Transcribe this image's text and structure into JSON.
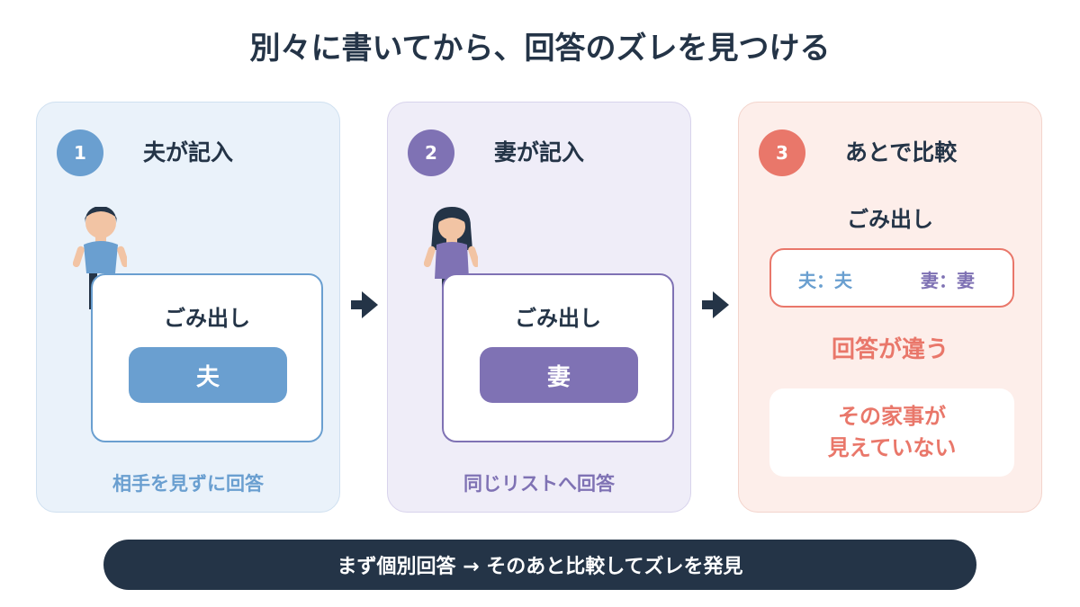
{
  "title": "別々に書いてから、回答のズレを見つける",
  "steps": [
    {
      "number": "1",
      "title": "夫が記入",
      "question": "ごみ出し",
      "answer": "夫",
      "caption": "相手を見ずに回答"
    },
    {
      "number": "2",
      "title": "妻が記入",
      "question": "ごみ出し",
      "answer": "妻",
      "caption": "同じリストへ回答"
    },
    {
      "number": "3",
      "title": "あとで比較",
      "question": "ごみ出し",
      "husband_answer": "夫：夫",
      "wife_answer": "妻：妻",
      "result": "回答が違う",
      "insight_line1": "その家事が",
      "insight_line2": "見えていない"
    }
  ],
  "footer": "まず個別回答 → そのあと比較してズレを発見",
  "colors": {
    "husband": "#6a9fd0",
    "wife": "#7f72b4",
    "compare": "#e9776a",
    "dark": "#243447"
  }
}
